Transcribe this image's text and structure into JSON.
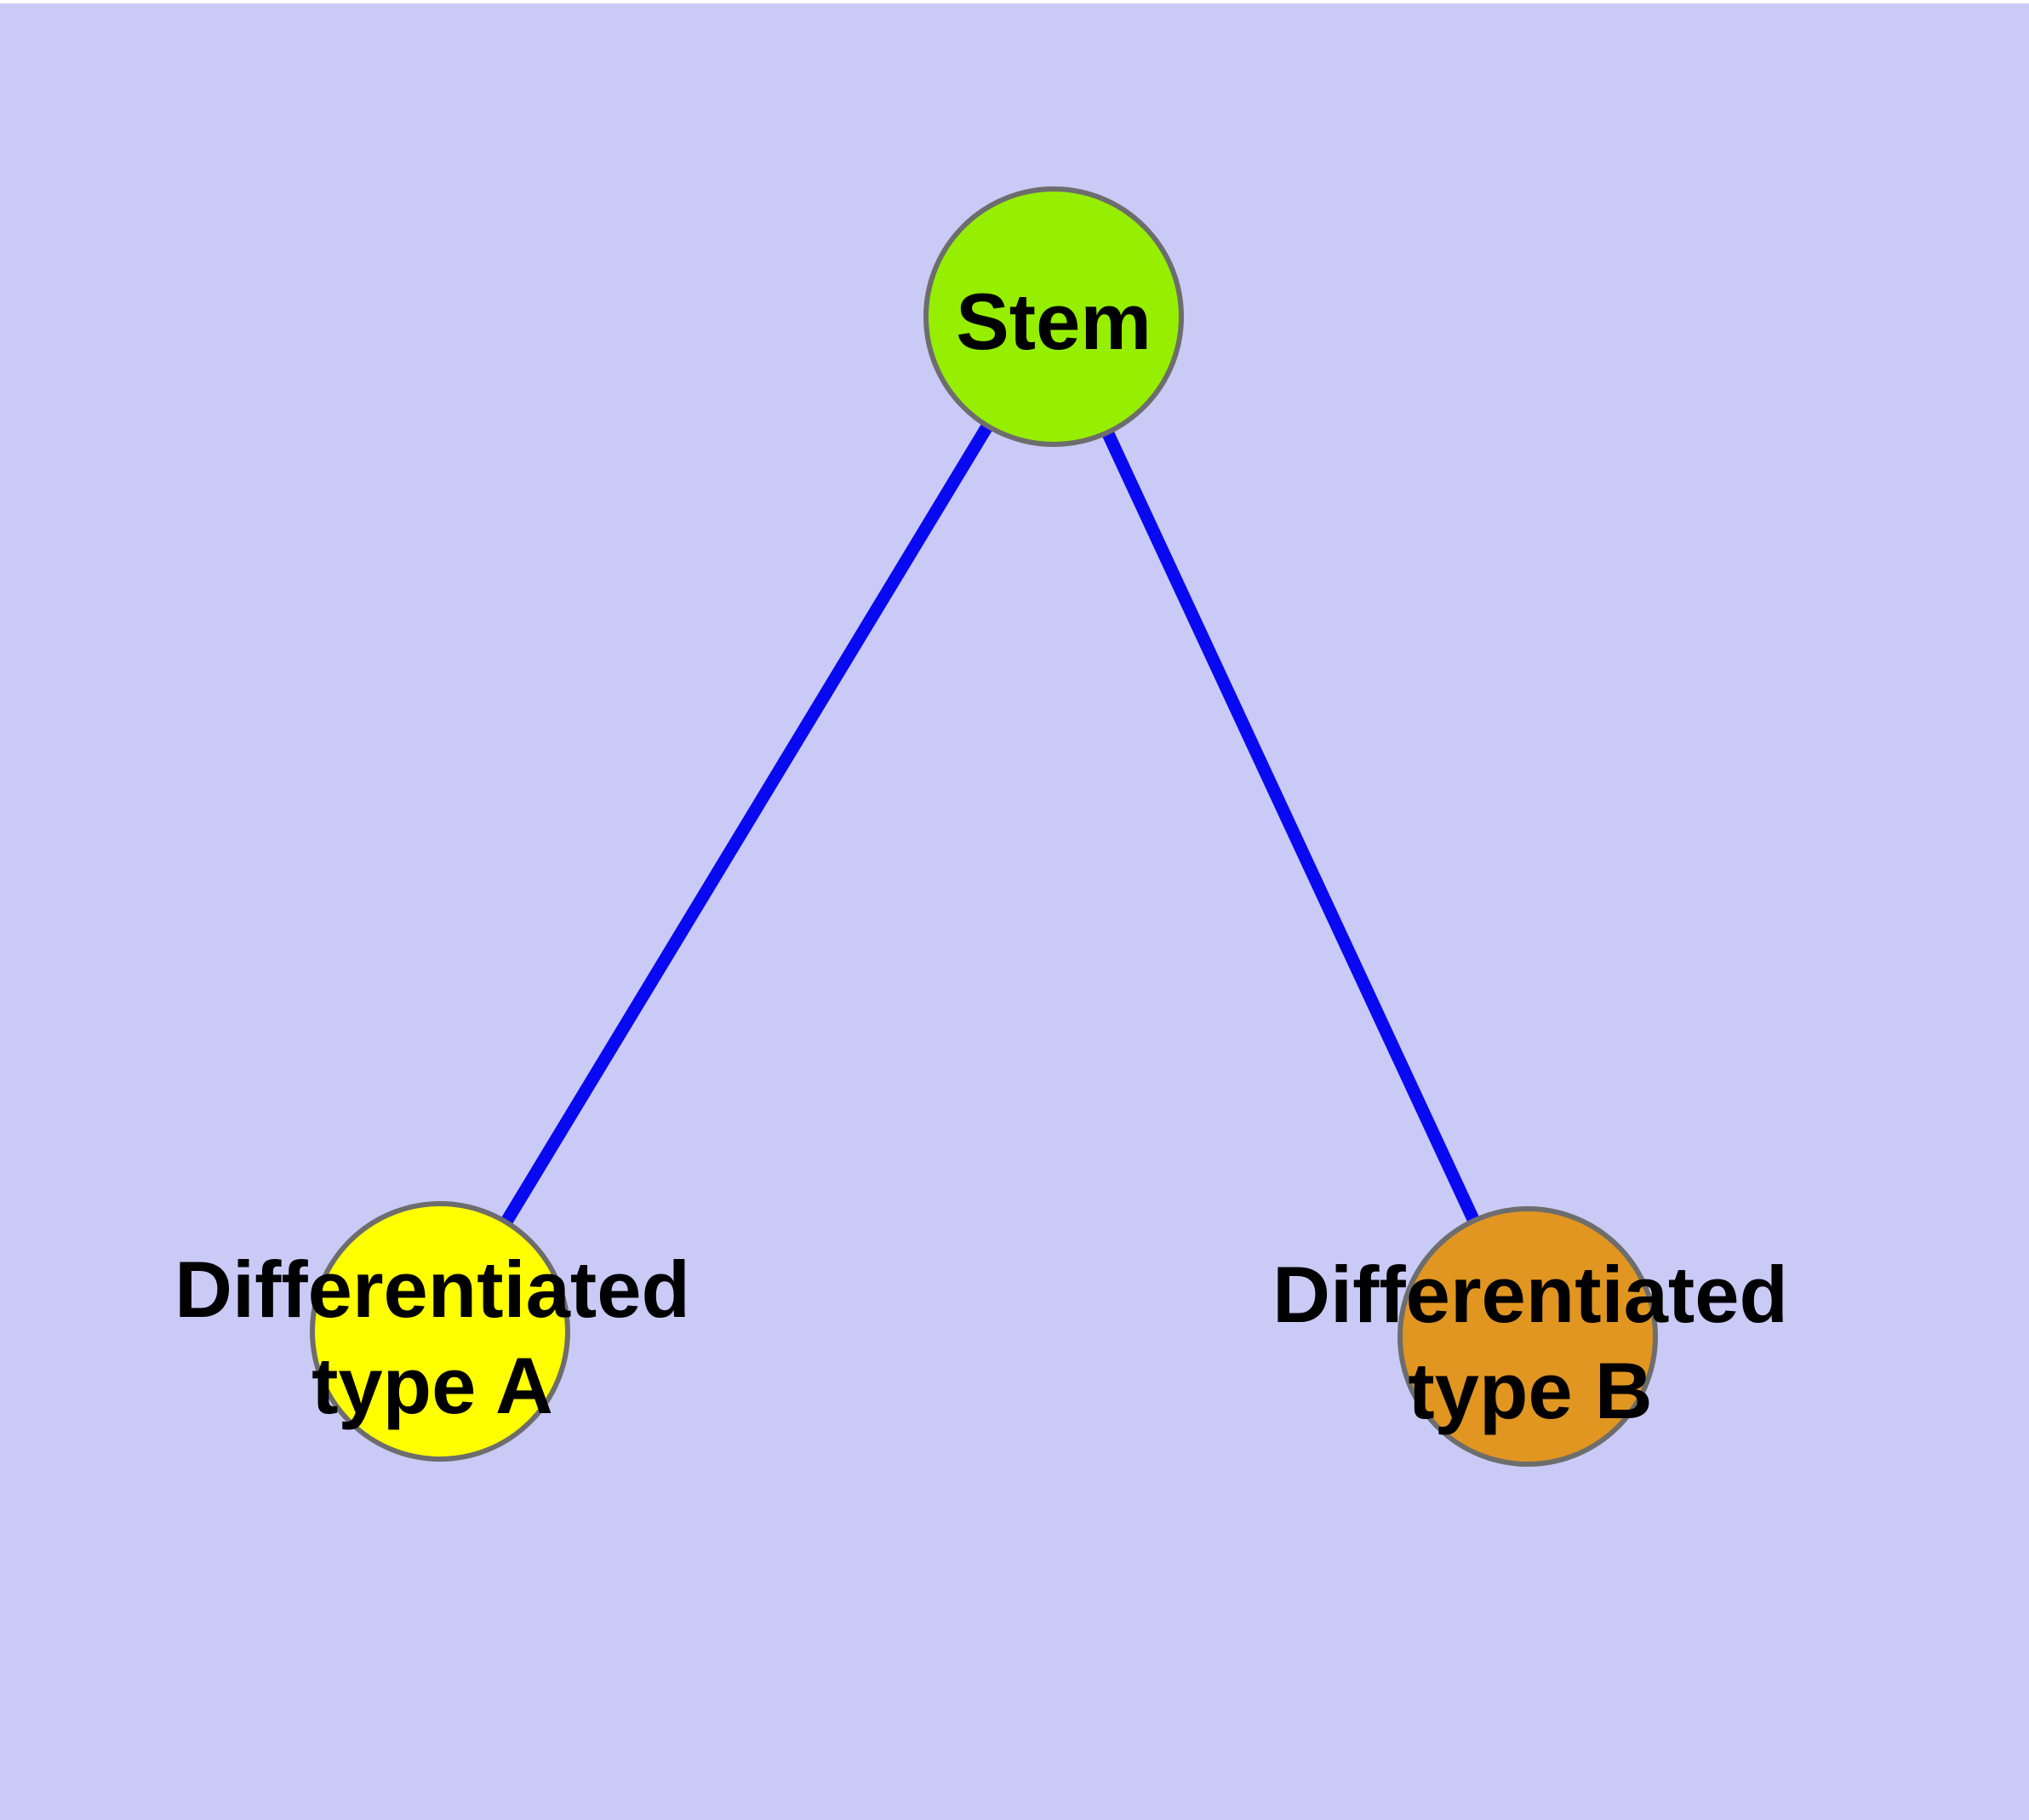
{
  "diagram": {
    "type": "graph",
    "nodes": [
      {
        "id": "stem",
        "label": "Stem",
        "label_line1": "Stem",
        "label_line2": "",
        "fill": "#96EE00"
      },
      {
        "id": "type-a",
        "label": "Differentiated type A",
        "label_line1": "Differentiated",
        "label_line2": "type A",
        "fill": "#FFFF00"
      },
      {
        "id": "type-b",
        "label": "Differentiated type B",
        "label_line1": "Differentiated",
        "label_line2": "type B",
        "fill": "#E09620"
      }
    ],
    "edges": [
      {
        "from": "Stem",
        "to": "Differentiated type A"
      },
      {
        "from": "Stem",
        "to": "Differentiated type B"
      }
    ]
  },
  "colors": {
    "background": "#CACAF6",
    "top_strip": "#FFFFFF",
    "edge": "#0909F1",
    "node_border": "#6D6D6D",
    "label_text": "#000000"
  }
}
